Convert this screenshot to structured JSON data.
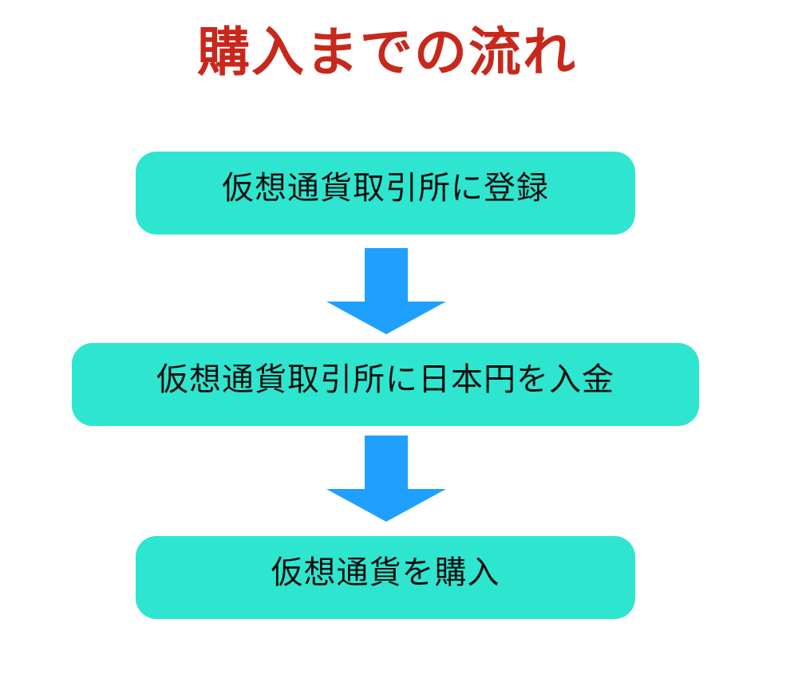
{
  "title": "購入までの流れ",
  "steps": [
    {
      "label": "仮想通貨取引所に登録"
    },
    {
      "label": "仮想通貨取引所に日本円を入金"
    },
    {
      "label": "仮想通貨を購入"
    }
  ],
  "colors": {
    "title": "#c8281c",
    "step_fill": "#2ee6cf",
    "arrow": "#1fa0ff",
    "text": "#111111"
  },
  "icons": {
    "arrow": "arrow-down-icon"
  }
}
